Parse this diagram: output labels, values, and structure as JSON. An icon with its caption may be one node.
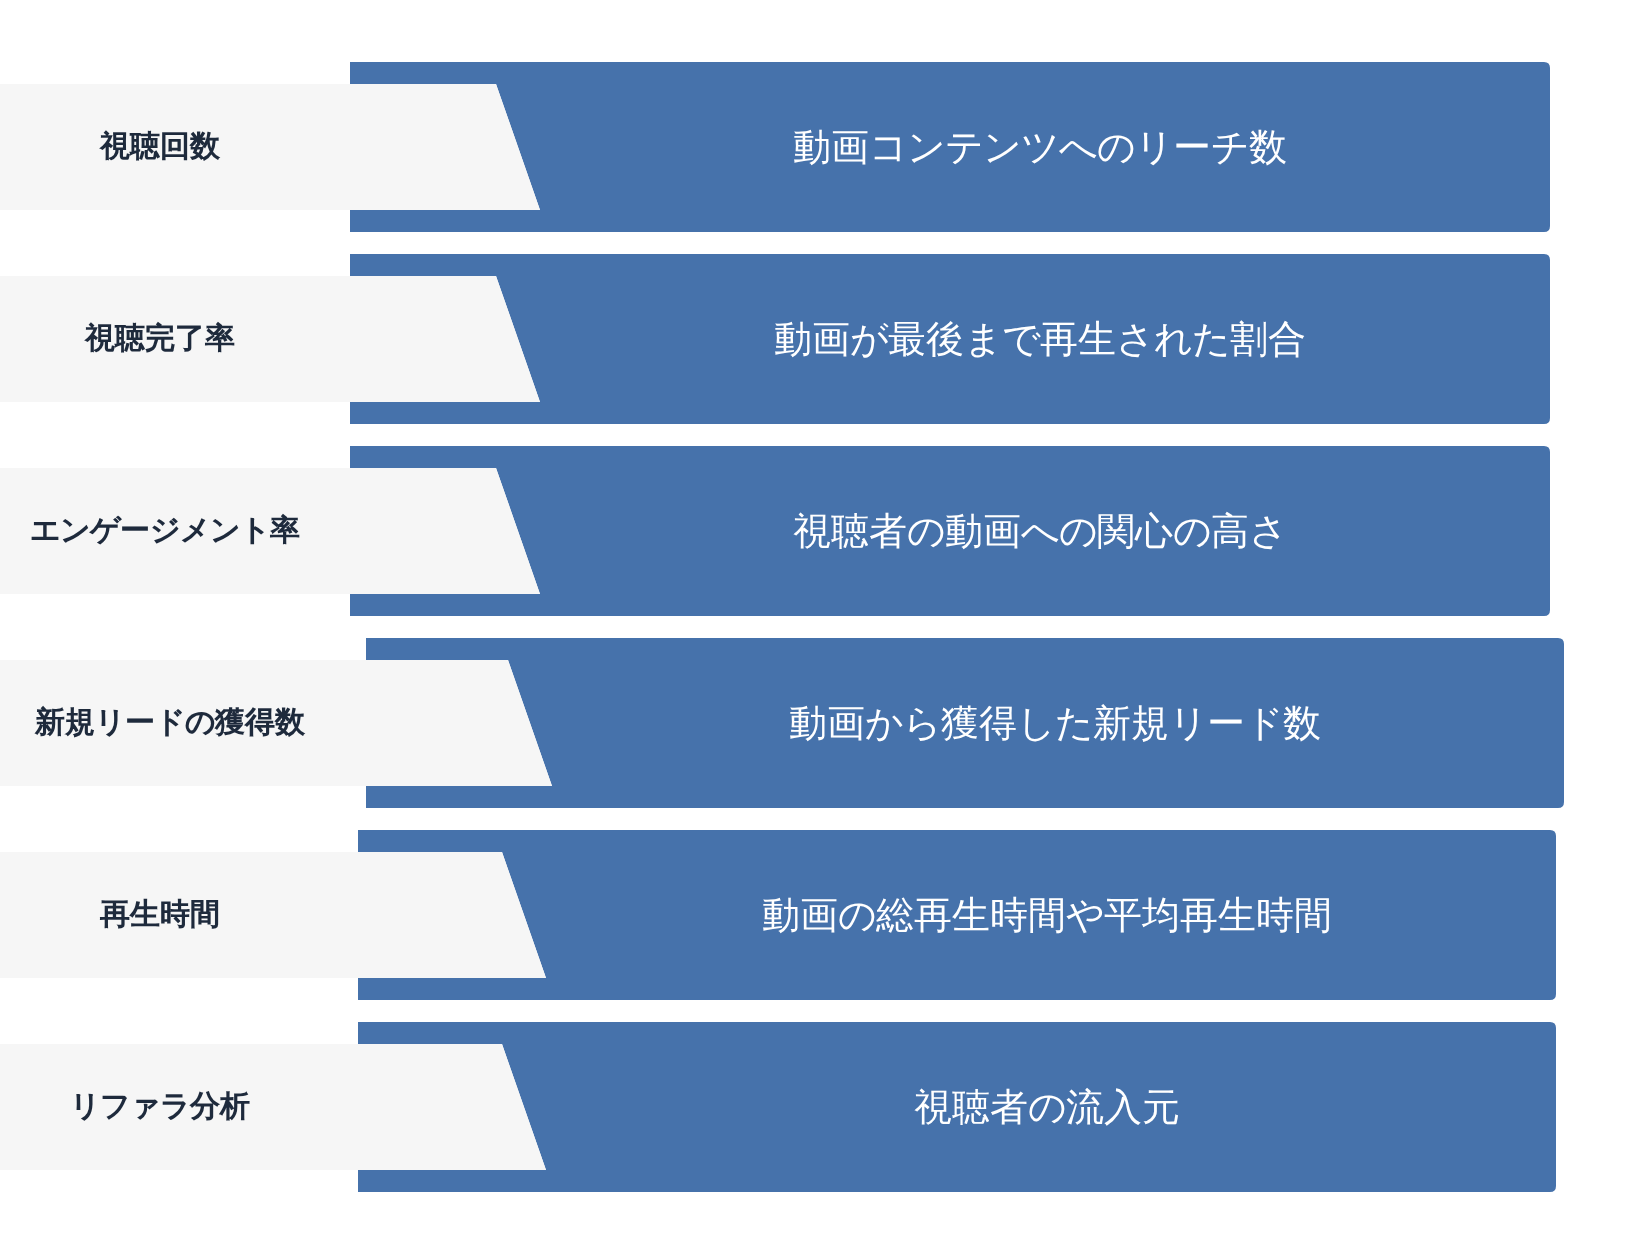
{
  "diagram": {
    "nodes": [
      {
        "text": [
          "視聴回数"
        ]
      },
      {
        "text": [
          "動画コンテンツへのリーチ数"
        ]
      },
      {
        "text": [
          "視聴完了率"
        ]
      },
      {
        "text": [
          "動画が最後まで再生された割合"
        ]
      },
      {
        "text": [
          "エンゲージメント率"
        ]
      },
      {
        "text": [
          "視聴者の動画への関心の高さ"
        ]
      },
      {
        "text": [
          "新規リードの獲得数"
        ]
      },
      {
        "text": [
          "動画から獲得した新規リード数"
        ]
      },
      {
        "text": [
          "再生時間"
        ]
      },
      {
        "text": [
          "動画の総再生時間や平均再生時間"
        ]
      },
      {
        "text": [
          "リファラ分析"
        ]
      },
      {
        "text": [
          "視聴者の流入元"
        ]
      }
    ]
  }
}
